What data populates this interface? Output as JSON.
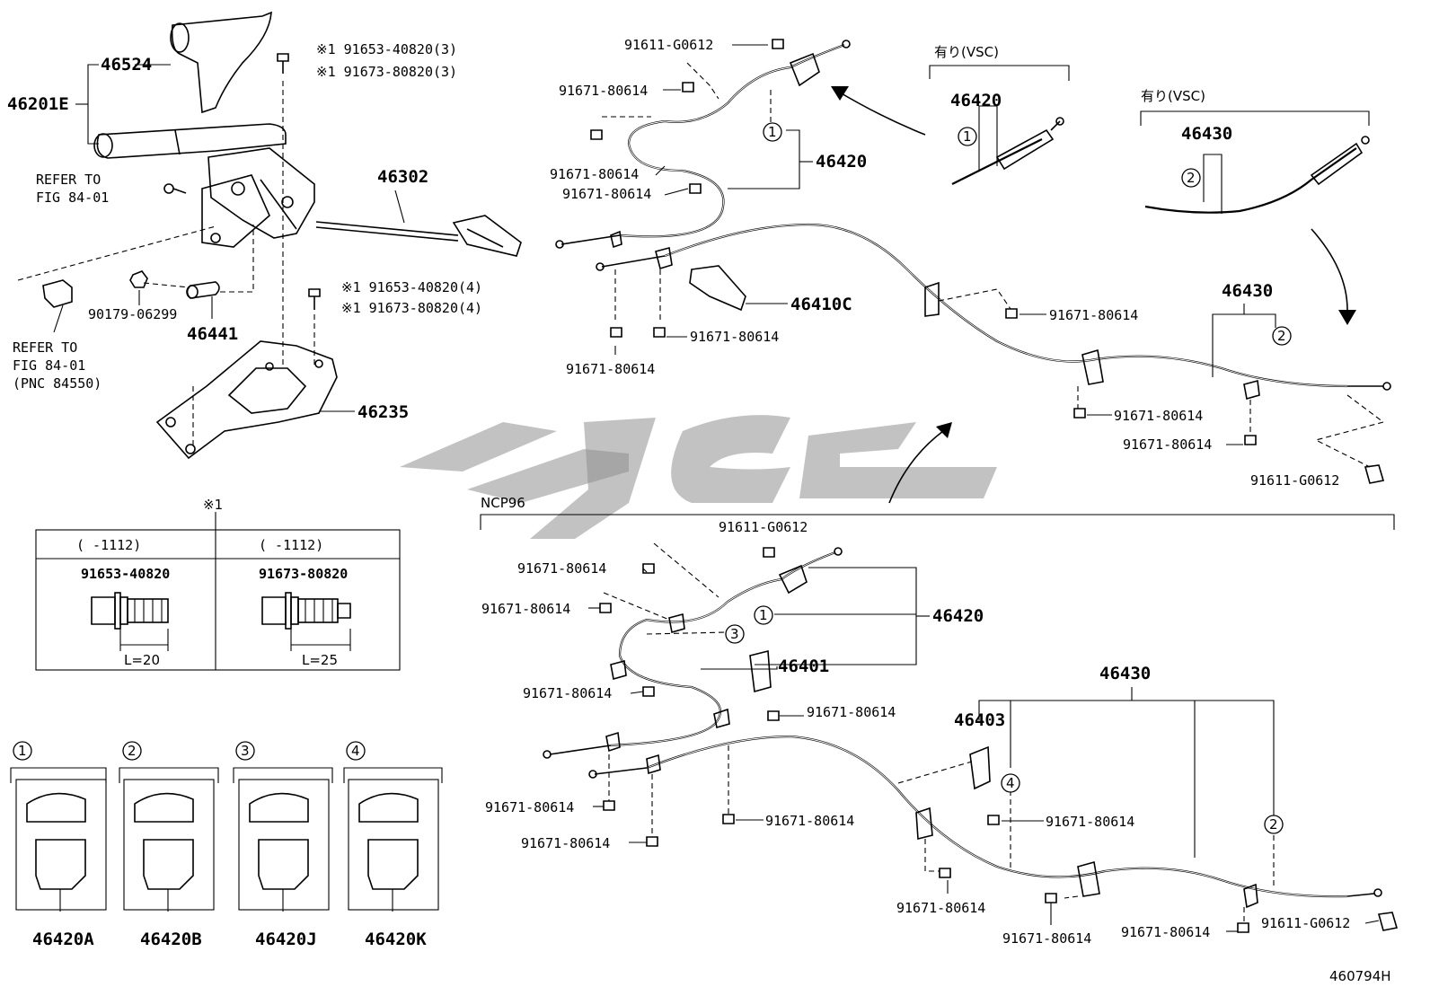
{
  "labels": {
    "p46524": "46524",
    "p46201E": "46201E",
    "p46302": "46302",
    "p46441": "46441",
    "p90179": "90179-06299",
    "p46235": "46235",
    "refer1a": "REFER TO",
    "refer1b": "FIG 84-01",
    "refer2a": "REFER TO",
    "refer2b": "FIG 84-01",
    "refer2c": "(PNC 84550)",
    "bolt1": "※1 91653-40820(3)",
    "bolt2": "※1 91673-80820(3)",
    "bolt3": "※1 91653-40820(4)",
    "bolt4": "※1 91673-80820(4)",
    "top_g0612": "91611-G0612",
    "top_80614_a": "91671-80614",
    "top_80614_b": "91671-80614",
    "top_80614_c": "91671-80614",
    "top_46420": "46420",
    "top_46410C": "46410C",
    "top_80614_d": "91671-80614",
    "top_80614_e": "91671-80614",
    "top_80614_f": "91671-80614",
    "vsc1_label": "有り(VSC)",
    "vsc1_part": "46420",
    "vsc2_label": "有り(VSC)",
    "vsc2_part": "46430",
    "top_46430": "46430",
    "top_80614_g": "91671-80614",
    "top_80614_h": "91671-80614",
    "top_g0612_b": "91611-G0612",
    "ncp": "NCP96",
    "n_g0612": "91611-G0612",
    "n_80614_a": "91671-80614",
    "n_80614_b": "91671-80614",
    "n_46420": "46420",
    "n_46401": "46401",
    "n_80614_c": "91671-80614",
    "n_80614_d": "91671-80614",
    "n_46430": "46430",
    "n_46403": "46403",
    "n_80614_e": "91671-80614",
    "n_80614_f": "91671-80614",
    "n_80614_g": "91671-80614",
    "n_80614_h": "91671-80614",
    "n_80614_i": "91671-80614",
    "n_80614_j": "91671-80614",
    "n_80614_k": "91671-80614",
    "n_g0612_b": "91611-G0612",
    "code": "460794H"
  },
  "table": {
    "title": "※1",
    "col1_range": "(      -1112)",
    "col2_range": "(      -1112)",
    "col1_part": "91653-40820",
    "col2_part": "91673-80820",
    "col1_len": "L=20",
    "col2_len": "L=25"
  },
  "clips": [
    {
      "num": "1",
      "part": "46420A"
    },
    {
      "num": "2",
      "part": "46420B"
    },
    {
      "num": "3",
      "part": "46420J"
    },
    {
      "num": "4",
      "part": "46420K"
    }
  ],
  "callouts": [
    "1",
    "2",
    "3",
    "4"
  ]
}
